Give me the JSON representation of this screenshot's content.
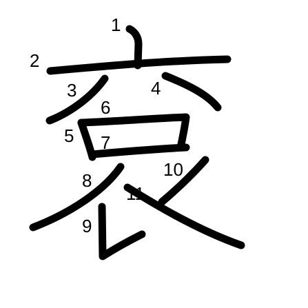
{
  "character": {
    "glyph": "衰"
  },
  "strokes": [
    {
      "order": 1,
      "label": "1"
    },
    {
      "order": 2,
      "label": "2"
    },
    {
      "order": 3,
      "label": "3"
    },
    {
      "order": 4,
      "label": "4"
    },
    {
      "order": 5,
      "label": "5"
    },
    {
      "order": 6,
      "label": "6"
    },
    {
      "order": 7,
      "label": "7"
    },
    {
      "order": 8,
      "label": "8"
    },
    {
      "order": 9,
      "label": "9"
    },
    {
      "order": 10,
      "label": "10"
    },
    {
      "order": 11,
      "label": "11"
    }
  ],
  "colors": {
    "stroke": "#000000",
    "background": "#ffffff"
  }
}
